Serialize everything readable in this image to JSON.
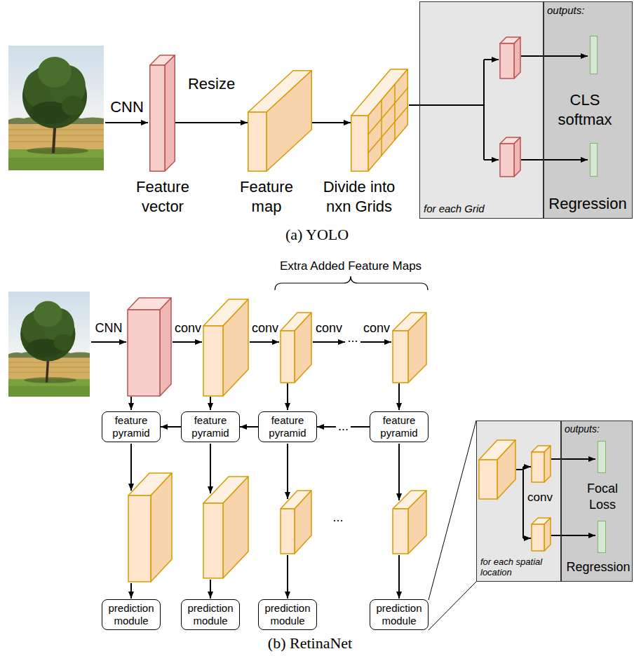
{
  "diagram": {
    "nodes": [
      {
        "text": [
          "Feature vector"
        ]
      },
      {
        "text": [
          "Feature map"
        ]
      },
      {
        "text": [
          "Divide into nxn Grids"
        ]
      },
      {
        "text": [
          "for each Grid"
        ]
      },
      {
        "text": [
          "outputs:"
        ]
      },
      {
        "text": [
          "CLS softmax"
        ],
        "in": 4
      },
      {
        "text": [
          "Regression"
        ],
        "in": 4
      },
      {
        "text": [
          "feature pyramid"
        ]
      },
      {
        "text": [
          "feature pyramid"
        ]
      },
      {
        "text": [
          "feature pyramid"
        ]
      },
      {
        "text": [
          "feature pyramid"
        ]
      },
      {
        "text": [
          "prediction module"
        ]
      },
      {
        "text": [
          "prediction module"
        ]
      },
      {
        "text": [
          "prediction module"
        ]
      },
      {
        "text": [
          "prediction module"
        ]
      },
      {
        "text": [
          "for each spatial location"
        ]
      },
      {
        "text": [
          "outputs:"
        ]
      },
      {
        "text": [
          "Focal Loss"
        ],
        "in": 16
      },
      {
        "text": [
          "Regression"
        ],
        "in": 16
      }
    ],
    "edges": [
      {
        "from": 0,
        "to": 1,
        "arrow": "to",
        "label": "Resize"
      },
      {
        "from": 1,
        "to": 2,
        "arrow": "to"
      },
      {
        "from": 8,
        "to": 7,
        "arrow": "to"
      },
      {
        "from": 9,
        "to": 8,
        "arrow": "to"
      },
      {
        "from": 10,
        "to": 9,
        "arrow": "to",
        "label": "..."
      }
    ],
    "labels": [
      "CNN",
      "(a) YOLO",
      "Extra Added Feature Maps",
      "CNN",
      "conv",
      "conv",
      "conv",
      "...",
      "conv",
      "...",
      "conv",
      "(b) RetinaNet"
    ]
  }
}
